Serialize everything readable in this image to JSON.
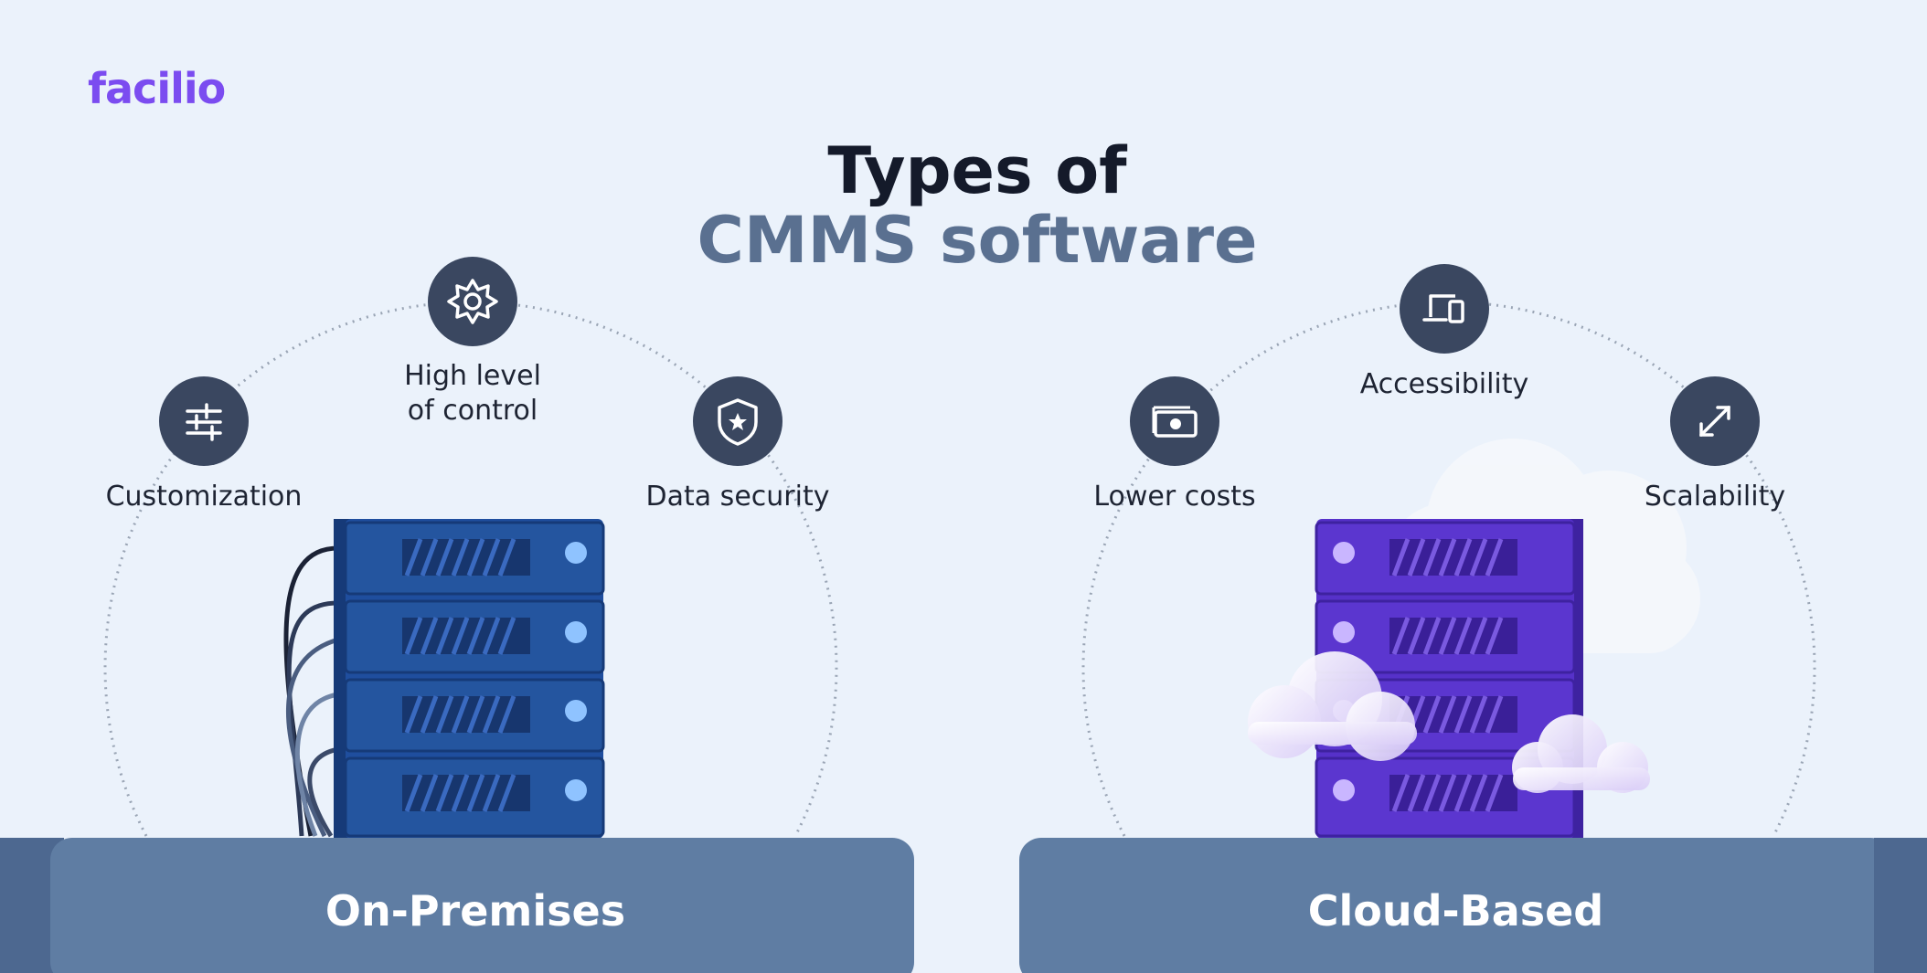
{
  "brand": {
    "logo_text": "facilio"
  },
  "header": {
    "title_line1": "Types of",
    "title_line2": "CMMS software"
  },
  "on_premises": {
    "label": "On-Premises",
    "features": [
      {
        "label": "Customization",
        "icon": "sliders-icon"
      },
      {
        "label_line1": "High level",
        "label_line2": "of control",
        "icon": "gear-icon"
      },
      {
        "label": "Data security",
        "icon": "shield-star-icon"
      }
    ]
  },
  "cloud_based": {
    "label": "Cloud-Based",
    "features": [
      {
        "label": "Lower costs",
        "icon": "money-icon"
      },
      {
        "label": "Accessibility",
        "icon": "devices-icon"
      },
      {
        "label": "Scalability",
        "icon": "expand-arrows-icon"
      }
    ]
  },
  "colors": {
    "background": "#ebf2fb",
    "brand_purple": "#7b4cf0",
    "title_dark": "#141a2a",
    "title_muted": "#5a7090",
    "icon_circle": "#3a4760",
    "base_panel": "#5f7da3",
    "server_blue": "#1f4e9e",
    "server_purple": "#5631c9"
  }
}
